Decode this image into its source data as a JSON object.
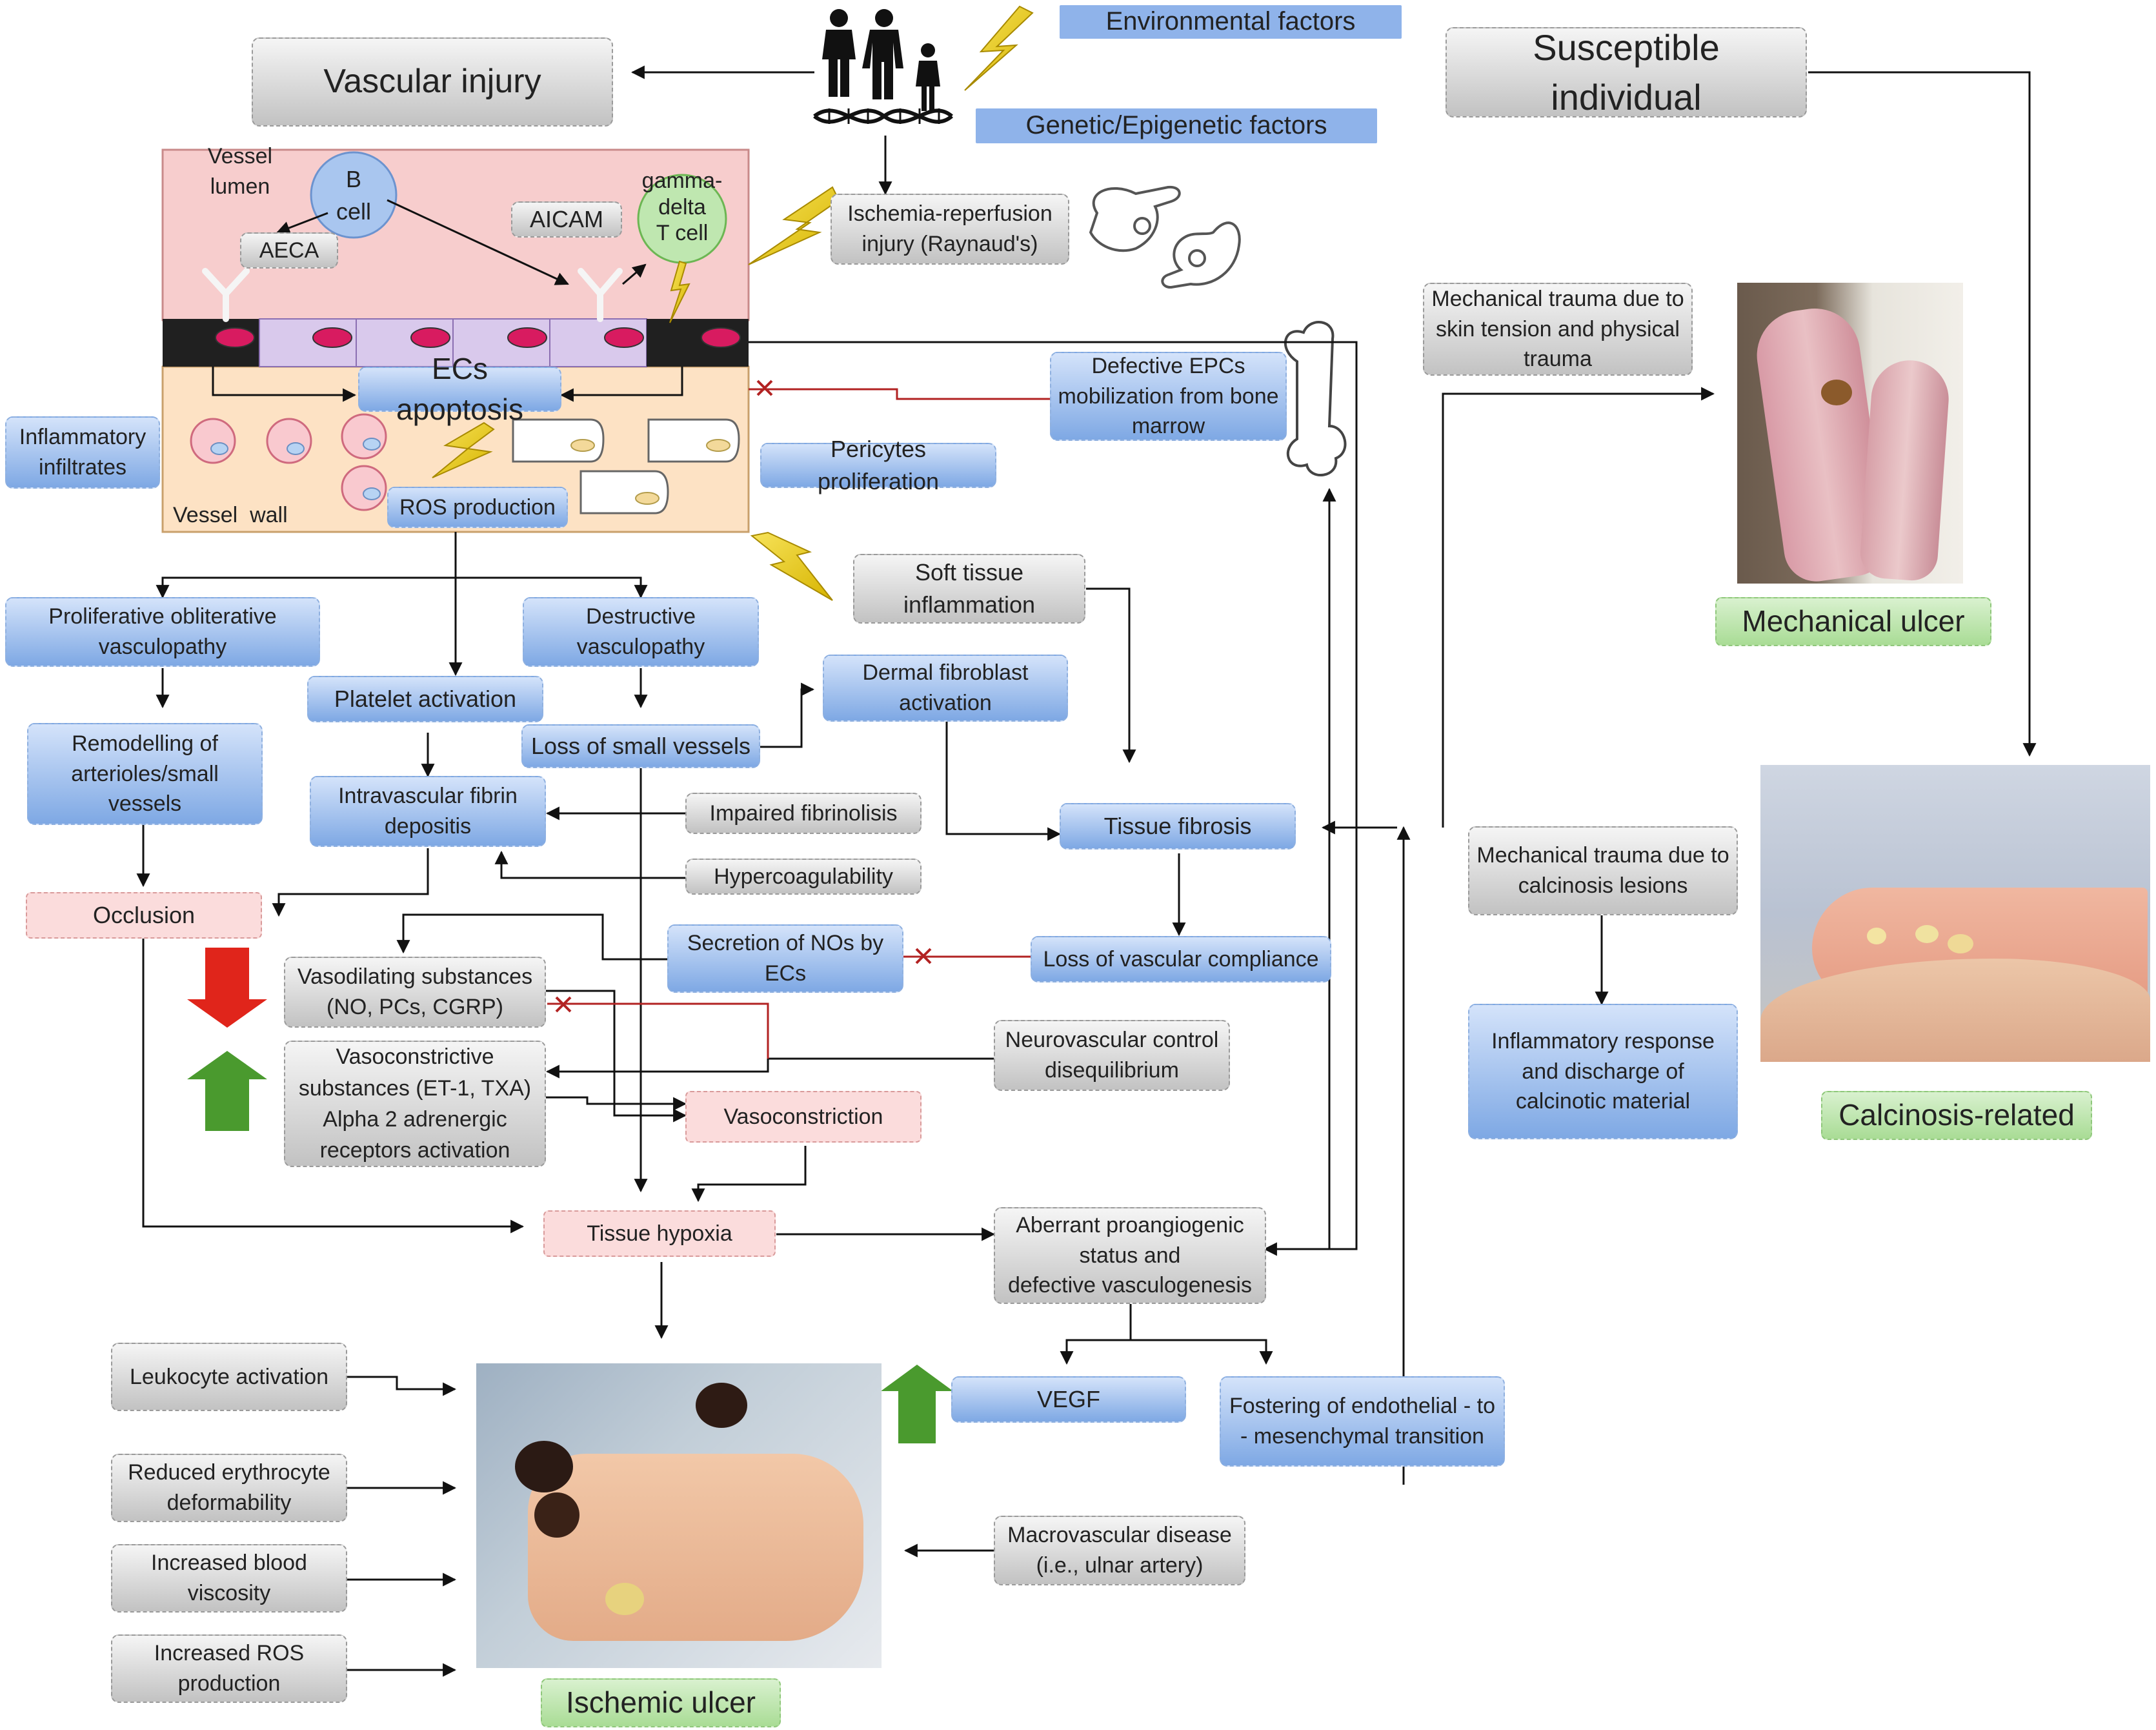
{
  "nodes": {
    "environmental_factors": "Environmental factors",
    "genetic_factors": "Genetic/Epigenetic factors",
    "vascular_injury": "Vascular injury",
    "susceptible_individual": "Susceptible individual",
    "vessel_lumen": "Vessel lumen",
    "b_cell": "B cell",
    "aeca": "AECA",
    "aicam": "AICAM",
    "gamma_delta": "gamma-\ndelta\nT cell",
    "ischemia_reperfusion": "Ischemia-reperfusion\ninjury (Raynaud's)",
    "ecs_apoptosis": "ECs apoptosis",
    "defective_epcs": "Defective EPCs\nmobilization from bone\nmarrow",
    "inflammatory_infiltrates": "Inflammatory\ninfiltrates",
    "ros_production": "ROS production",
    "vessel_wall": "Vessel  wall",
    "pericytes": "Pericytes proliferation",
    "mech_trauma_skin": "Mechanical trauma due to\nskin tension and physical\ntrauma",
    "soft_tissue": "Soft tissue\ninflammation",
    "proliferative": "Proliferative obliterative\nvasculopathy",
    "destructive": "Destructive\nvasculopathy",
    "platelet": "Platelet activation",
    "loss_small": "Loss of small vessels",
    "dermal_fibro": "Dermal fibroblast\nactivation",
    "remodelling": "Remodelling of\narterioles/small\nvessels",
    "intravascular": "Intravascular fibrin\ndepositis",
    "impaired_fib": "Impaired fibrinolisis",
    "hypercoag": "Hypercoagulability",
    "tissue_fibrosis": "Tissue fibrosis",
    "occlusion": "Occlusion",
    "secretion_nos": "Secretion of NOs by\nECs",
    "loss_compliance": "Loss of vascular compliance",
    "vasodilating": "Vasodilating substances\n(NO, PCs, CGRP)",
    "vasoconstrictive": "Vasoconstrictive\nsubstances (ET-1, TXA)\nAlpha 2 adrenergic\nreceptors activation",
    "neurovascular": "Neurovascular control\ndisequilibrium",
    "vasoconstriction": "Vasoconstriction",
    "tissue_hypoxia": "Tissue hypoxia",
    "aberrant": "Aberrant proangiogenic\nstatus and\ndefective vasculogenesis",
    "mech_trauma_calc": "Mechanical trauma due to\ncalcinosis lesions",
    "inflammatory_response": "Inflammatory response\nand discharge of\ncalcinotic material",
    "mechanical_ulcer": "Mechanical ulcer",
    "calcinosis_related": "Calcinosis-related",
    "leukocyte": "Leukocyte activation",
    "reduced_ery": "Reduced erythrocyte\ndeformability",
    "increased_visc": "Increased blood\nviscosity",
    "increased_ros": "Increased ROS\nproduction",
    "vegf": "VEGF",
    "fostering": "Fostering of endothelial - to\n- mesenchymal transition",
    "macrovascular": "Macrovascular disease\n(i.e., ulnar artery)",
    "ischemic_ulcer": "Ischemic ulcer"
  },
  "colors": {
    "blue_box": "#8fb3ea",
    "grey_box": "#cfcfcf",
    "pink_box": "#fbdcdc",
    "green_label": "#b7e3a5",
    "lumen": "#f7cdcd",
    "wall": "#fde2c4",
    "down_arrow": "#e0251b",
    "up_arrow": "#4a9a2e",
    "lightning": "#f2d020",
    "inhibition": "#b22222"
  }
}
